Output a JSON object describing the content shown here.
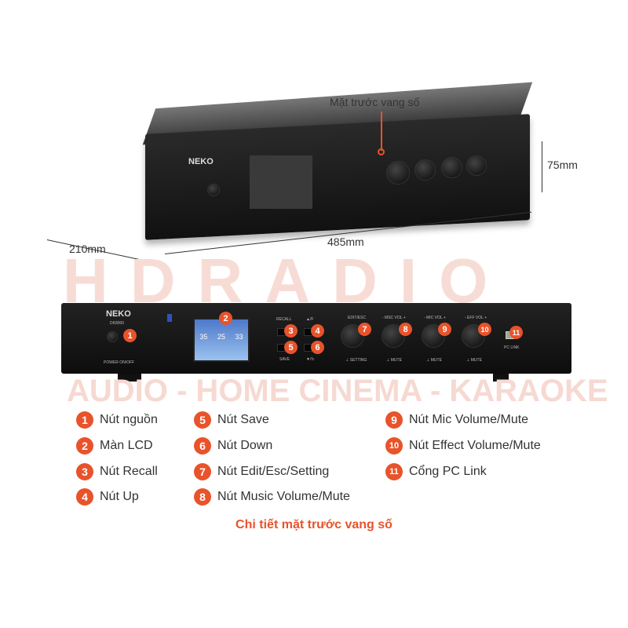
{
  "watermark": {
    "brand_a": "HD",
    "brand_b": "RADIO",
    "tagline": "AUDIO - HOME CINEMA - KARAOKE"
  },
  "top_view": {
    "callout": "Mặt trước vang số",
    "height": "75mm",
    "depth": "210mm",
    "width": "485mm"
  },
  "device": {
    "brand": "NEKO",
    "model": "DK8000",
    "power_label": "POWER ON/OFF",
    "recall": "RECALL",
    "up": "▲/F",
    "save": "SAVE",
    "down": "▼/↻",
    "edit": "EDIT/ESC",
    "music_vol": "- MSC VOL +",
    "mic_vol": "- MIC VOL +",
    "eff_vol": "- EFF VOL +",
    "setting": "⊥ SETTING",
    "mute": "⊥ MUTE",
    "pc_link": "PC LINK",
    "lcd_values": [
      "35",
      "25",
      "33"
    ]
  },
  "accent_color": "#e8532b",
  "legend": [
    {
      "n": "1",
      "label": "Nút nguồn"
    },
    {
      "n": "2",
      "label": "Màn LCD"
    },
    {
      "n": "3",
      "label": "Nút Recall"
    },
    {
      "n": "4",
      "label": "Nút Up"
    },
    {
      "n": "5",
      "label": "Nút Save"
    },
    {
      "n": "6",
      "label": "Nút Down"
    },
    {
      "n": "7",
      "label": "Nút Edit/Esc/Setting"
    },
    {
      "n": "8",
      "label": "Nút Music Volume/Mute"
    },
    {
      "n": "9",
      "label": "Nút Mic Volume/Mute"
    },
    {
      "n": "10",
      "label": "Nút Effect Volume/Mute"
    },
    {
      "n": "11",
      "label": "Cổng PC Link"
    }
  ],
  "caption": "Chi tiết mặt trước vang số"
}
